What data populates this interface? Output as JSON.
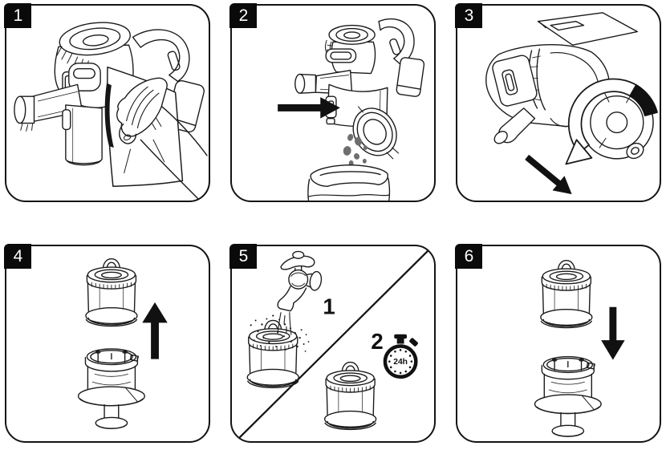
{
  "page": {
    "background": "#ffffff",
    "line_color": "#1a1a1a",
    "solid_black": "#111111",
    "debris_color": "#6e6e6e",
    "badge_bg": "#0a0a0a",
    "badge_fg": "#ffffff"
  },
  "panels": [
    {
      "number": "1",
      "illustration": "hand-wiping-vacuum-body-with-cloth"
    },
    {
      "number": "2",
      "illustration": "press-release-button-empty-dustbin-into-trash"
    },
    {
      "number": "3",
      "illustration": "rotate-dustbin-and-pull-off"
    },
    {
      "number": "4",
      "illustration": "lift-filter-out-of-dustbin"
    },
    {
      "number": "5",
      "illustration": "rinse-filter-under-tap-then-dry",
      "labels": {
        "step1": "1",
        "step2": "2",
        "timer": "24h"
      }
    },
    {
      "number": "6",
      "illustration": "lower-filter-back-into-dustbin"
    }
  ]
}
